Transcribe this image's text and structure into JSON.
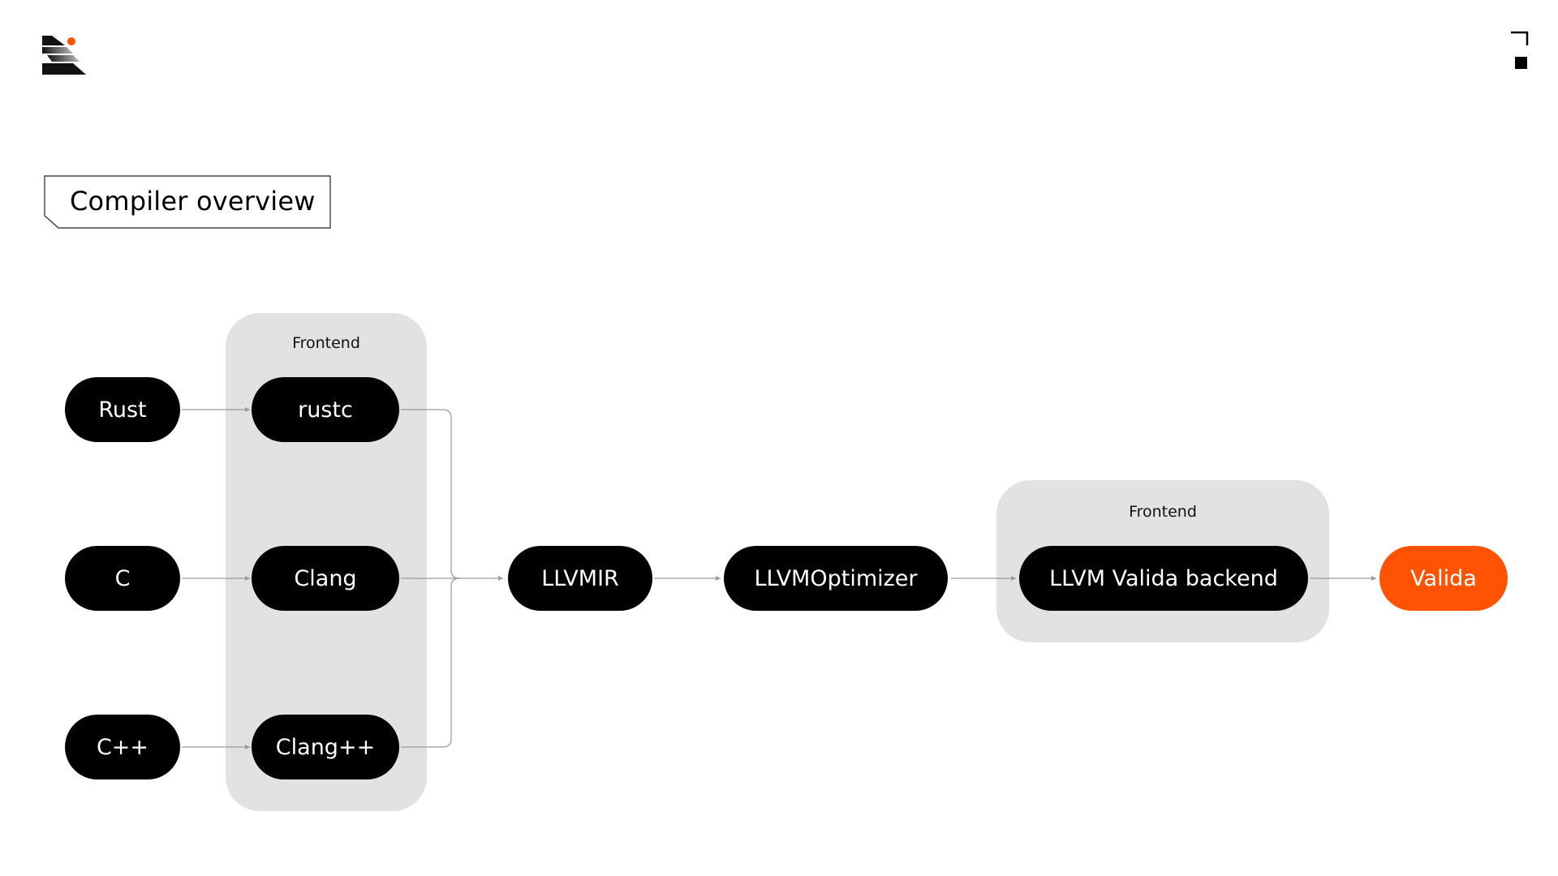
{
  "slide": {
    "title": "Compiler overview",
    "logo_icon": "brand-logo-icon",
    "corner_icon": "corner-bracket-icon"
  },
  "groups": {
    "left_label": "Frontend",
    "right_label": "Frontend"
  },
  "nodes": {
    "rust": "Rust",
    "c": "C",
    "cpp": "C++",
    "rustc": "rustc",
    "clang": "Clang",
    "clangpp": "Clang++",
    "llvmir": "LLVMIR",
    "optimizer": "LLVMOptimizer",
    "backend": "LLVM Valida backend",
    "valida": "Valida"
  },
  "edges": [
    [
      "Rust",
      "rustc"
    ],
    [
      "C",
      "Clang"
    ],
    [
      "C++",
      "Clang++"
    ],
    [
      "rustc",
      "LLVMIR"
    ],
    [
      "Clang",
      "LLVMIR"
    ],
    [
      "Clang++",
      "LLVMIR"
    ],
    [
      "LLVMIR",
      "LLVMOptimizer"
    ],
    [
      "LLVMOptimizer",
      "LLVM Valida backend"
    ],
    [
      "LLVM Valida backend",
      "Valida"
    ]
  ],
  "colors": {
    "node": "#000000",
    "node_text": "#ffffff",
    "accent": "#ff5202",
    "group_background": "#e2e2e2",
    "connector": "#9a9a9a"
  }
}
